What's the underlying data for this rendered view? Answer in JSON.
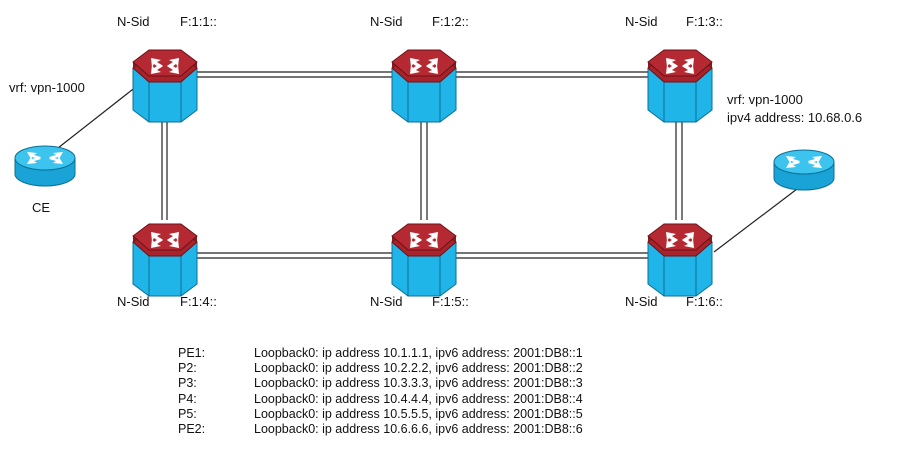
{
  "routers": [
    {
      "id": "PE1",
      "nsid_label": "N-Sid",
      "sid": "F:1:1::"
    },
    {
      "id": "P2",
      "nsid_label": "N-Sid",
      "sid": "F:1:2::"
    },
    {
      "id": "P3",
      "nsid_label": "N-Sid",
      "sid": "F:1:3::"
    },
    {
      "id": "P4",
      "nsid_label": "N-Sid",
      "sid": "F:1:4::"
    },
    {
      "id": "P5",
      "nsid_label": "N-Sid",
      "sid": "F:1:5::"
    },
    {
      "id": "PE2",
      "nsid_label": "N-Sid",
      "sid": "F:1:6::"
    }
  ],
  "ce_left": {
    "label": "CE",
    "vrf": "vrf:  vpn-1000"
  },
  "ce_right": {
    "vrf": "vrf:  vpn-1000",
    "ipv4": "ipv4 address: 10.68.0.6"
  },
  "loopbacks": [
    {
      "device": "PE1:",
      "text": "Loopback0: ip address 10.1.1.1, ipv6 address:  2001:DB8::1"
    },
    {
      "device": "P2:",
      "text": "Loopback0: ip address 10.2.2.2, ipv6 address:  2001:DB8::2"
    },
    {
      "device": "P3:",
      "text": "Loopback0: ip address 10.3.3.3, ipv6 address:  2001:DB8::3"
    },
    {
      "device": "P4:",
      "text": "Loopback0: ip address 10.4.4.4, ipv6 address:  2001:DB8::4"
    },
    {
      "device": "P5:",
      "text": "Loopback0: ip address 10.5.5.5, ipv6 address:  2001:DB8::5"
    },
    {
      "device": "PE2:",
      "text": "Loopback0: ip address 10.6.6.6, ipv6 address:  2001:DB8::6"
    }
  ],
  "colors": {
    "router_top": "#a8232b",
    "router_body": "#1fb5e8",
    "ce_body": "#1fb5e8",
    "link": "#222222"
  }
}
